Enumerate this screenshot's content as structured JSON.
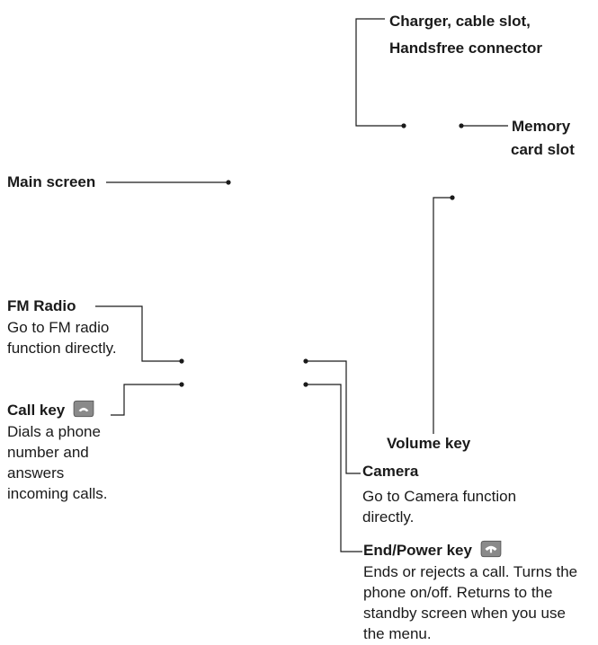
{
  "labels": {
    "charger": {
      "title_line1": "Charger, cable slot,",
      "title_line2": "Handsfree connector"
    },
    "memory": {
      "title_line1": "Memory",
      "title_line2": "card slot"
    },
    "main_screen": {
      "title": "Main screen"
    },
    "fm_radio": {
      "title": "FM Radio",
      "desc_line1": "Go to FM radio",
      "desc_line2": "function directly."
    },
    "call_key": {
      "title": "Call key",
      "icon": "call-key-icon",
      "desc_line1": "Dials a phone",
      "desc_line2": "number and",
      "desc_line3": "answers",
      "desc_line4": "incoming calls."
    },
    "volume_key": {
      "title": "Volume key"
    },
    "camera": {
      "title": "Camera",
      "desc_line1": "Go to Camera function",
      "desc_line2": "directly."
    },
    "end_power": {
      "title": "End/Power key",
      "icon": "end-power-key-icon",
      "desc_line1": "Ends or rejects a call. Turns the",
      "desc_line2": "phone on/off. Returns to the",
      "desc_line3": "standby screen when you use",
      "desc_line4": "the menu."
    }
  },
  "colors": {
    "line": "#1a1a1a",
    "icon_fill": "#8a8a8a",
    "icon_handset": "#ffffff"
  }
}
